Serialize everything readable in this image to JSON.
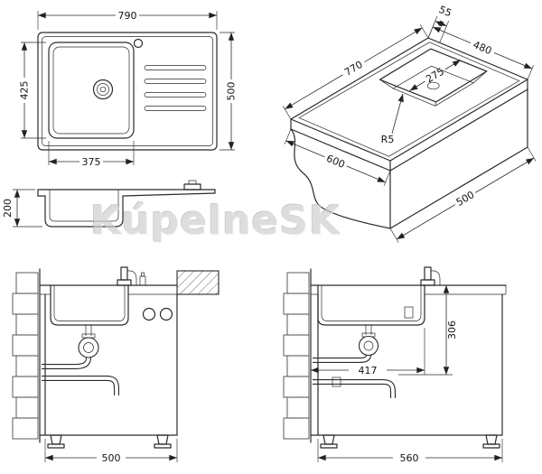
{
  "watermark": {
    "text": "KúpelneSK"
  },
  "plan_view": {
    "overall_width": "790",
    "overall_depth": "500",
    "bowl_length": "425",
    "bowl_width": "375"
  },
  "iso_view": {
    "rim_offset": "55",
    "top_depth": "480",
    "top_length": "770",
    "bowl_length": "275",
    "corner_radius": "R5",
    "base_length": "600",
    "base_depth": "500"
  },
  "section_view": {
    "overall_height": "200"
  },
  "front_view": {
    "cabinet_width": "500"
  },
  "side_view": {
    "drain_height": "306",
    "drain_offset": "417",
    "cabinet_depth": "560"
  }
}
